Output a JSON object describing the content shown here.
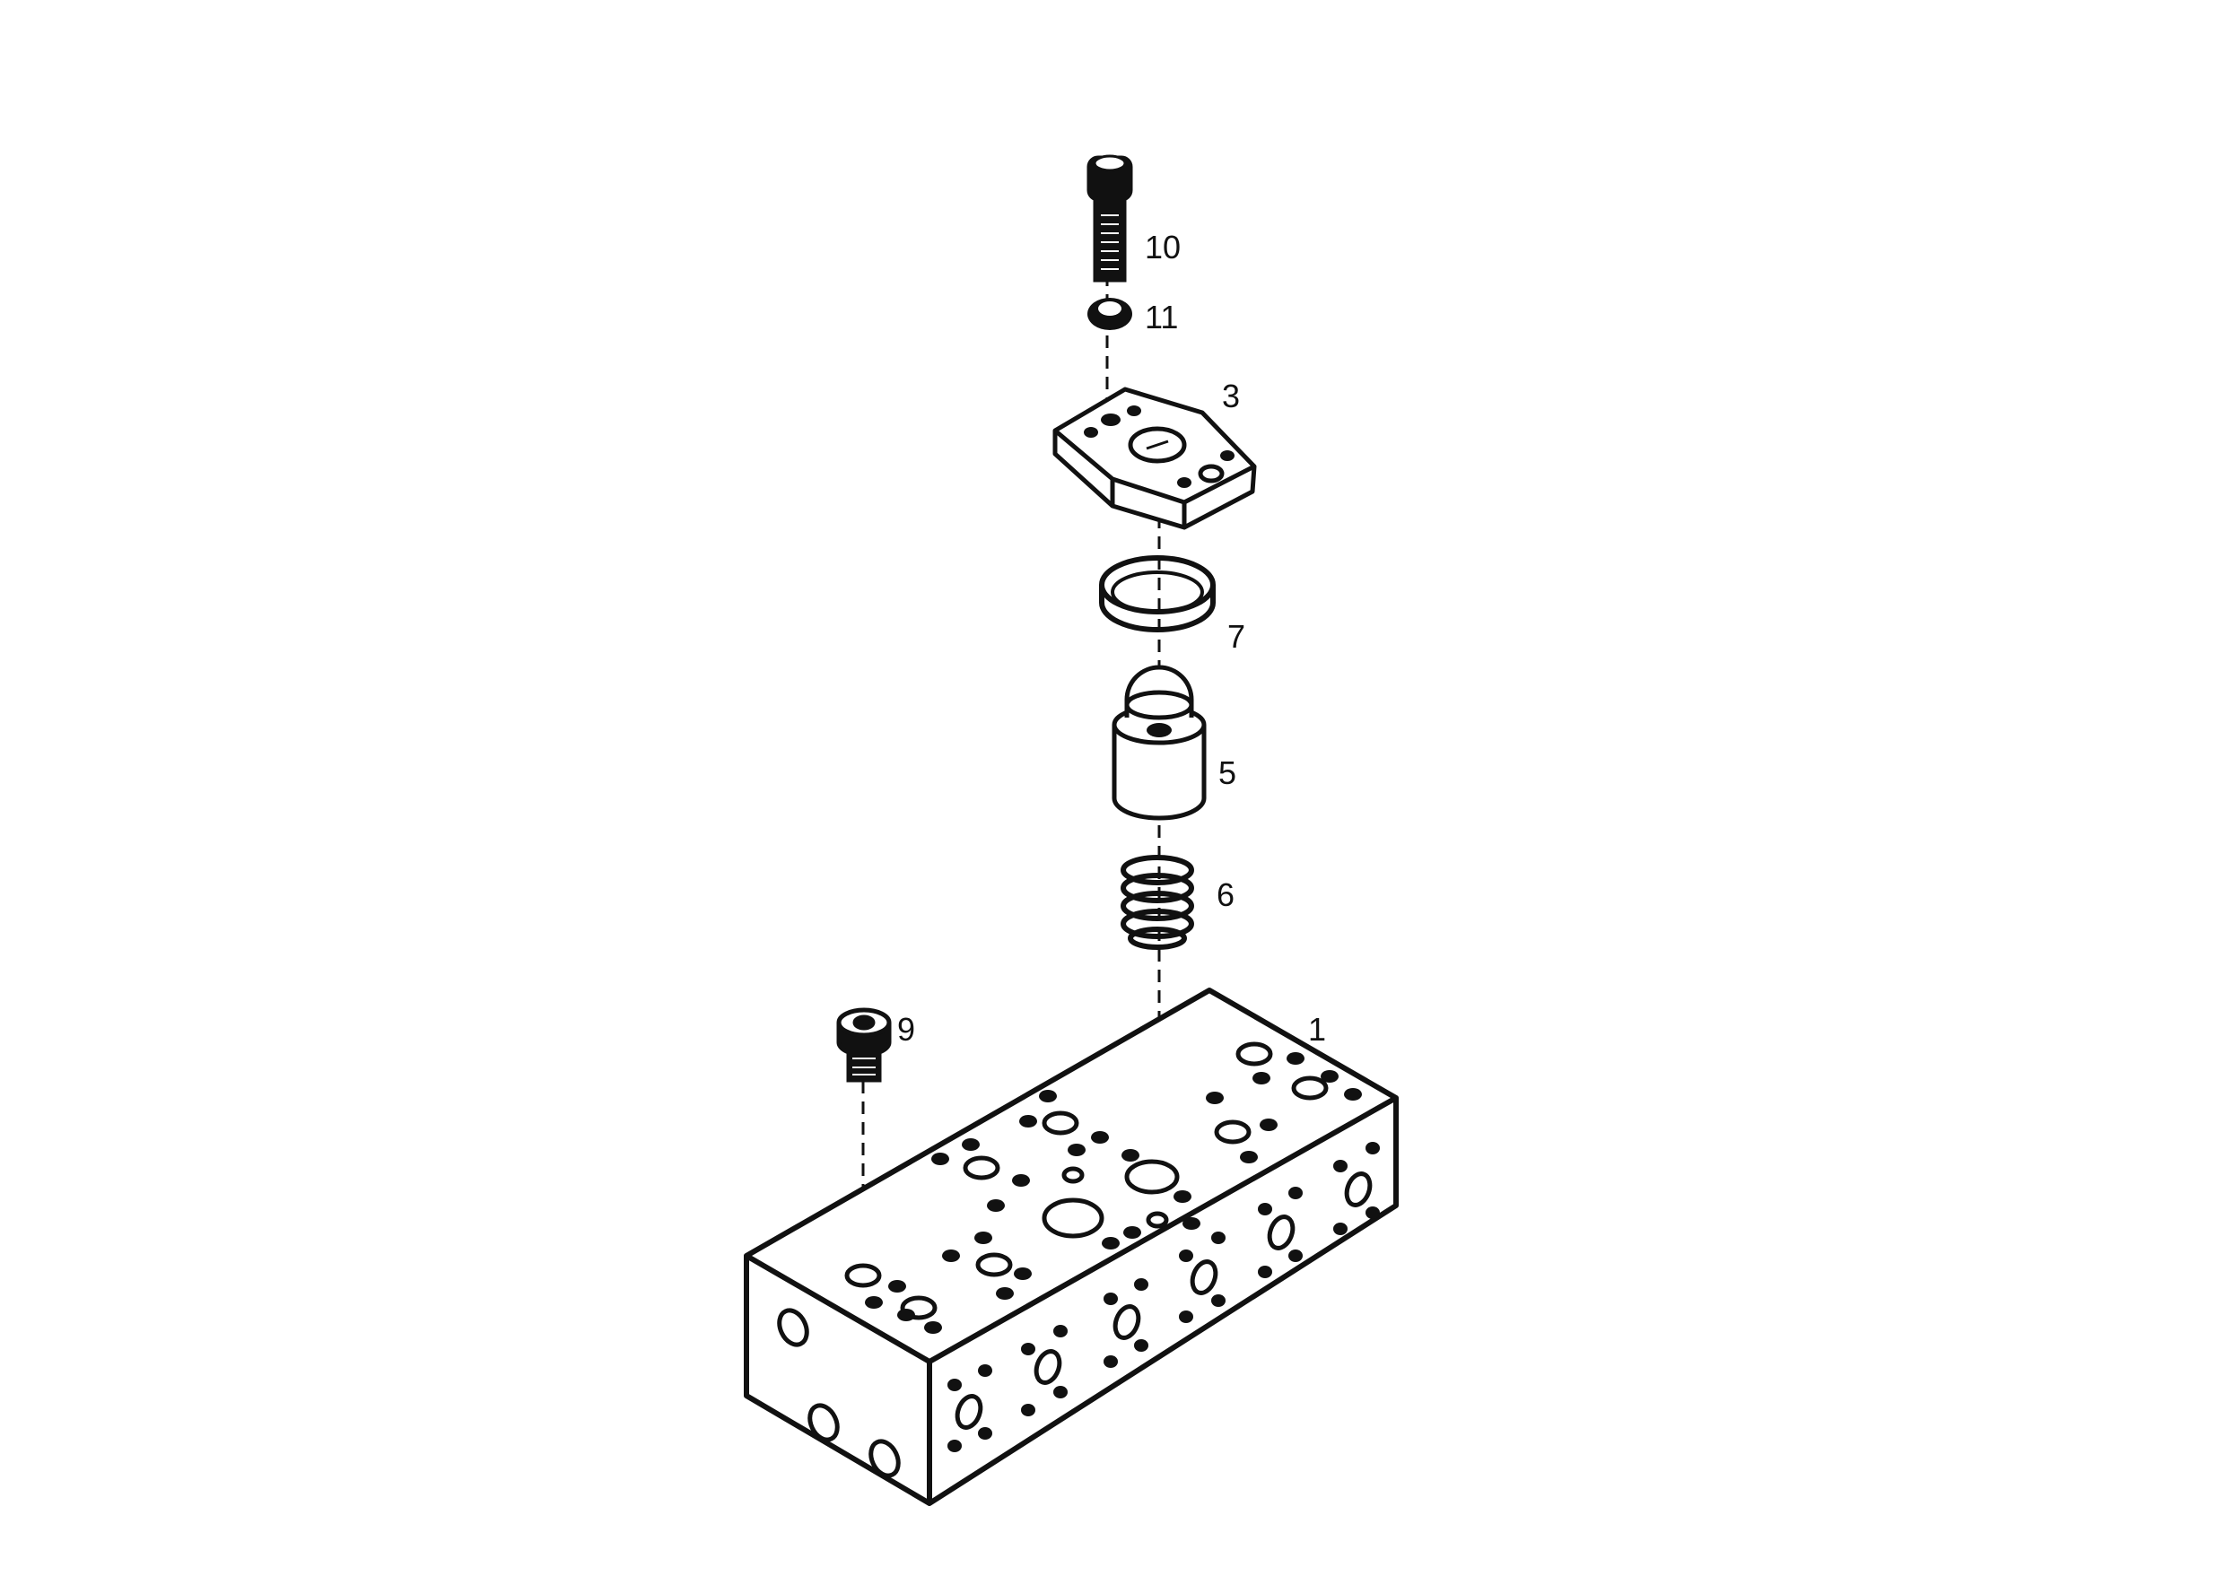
{
  "diagram": {
    "callouts": [
      {
        "id": "10",
        "label": "10",
        "part": "cap-screw"
      },
      {
        "id": "11",
        "label": "11",
        "part": "washer"
      },
      {
        "id": "3",
        "label": "3",
        "part": "cover-plate"
      },
      {
        "id": "7",
        "label": "7",
        "part": "seal-ring"
      },
      {
        "id": "5",
        "label": "5",
        "part": "valve-piston"
      },
      {
        "id": "6",
        "label": "6",
        "part": "compression-spring"
      },
      {
        "id": "9",
        "label": "9",
        "part": "screw-plug"
      },
      {
        "id": "1",
        "label": "1",
        "part": "valve-block"
      }
    ],
    "colors": {
      "ink": "#111111",
      "paper": "#ffffff"
    }
  }
}
